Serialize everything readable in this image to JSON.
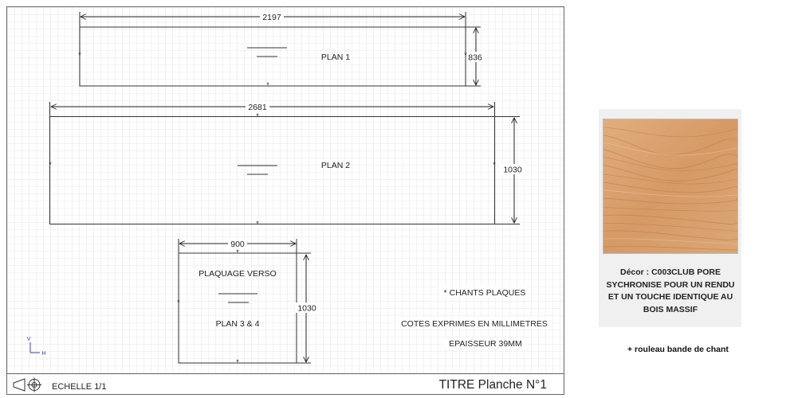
{
  "plans": [
    {
      "name": "PLAN 1",
      "width_dim": "2197",
      "height_dim": "836"
    },
    {
      "name": "PLAN 2",
      "width_dim": "2681",
      "height_dim": "1030"
    },
    {
      "name": "PLAN 3 & 4",
      "title": "PLAQUAGE VERSO",
      "width_dim": "900",
      "height_dim": "1030"
    }
  ],
  "edge_marker": "*",
  "notes": {
    "chants": "* CHANTS PLAQUES",
    "units": "COTES EXPRIMES EN MILLIMETRES",
    "thickness": "EPAISSEUR 39MM"
  },
  "axis": {
    "v": "V",
    "h": "H"
  },
  "title_block": {
    "scale": "ECHELLE 1/1",
    "title": "TITRE Planche N°1"
  },
  "decor": {
    "description": "Décor : C003CLUB PORE SYCHRONISE POUR UN RENDU ET UN TOUCHE IDENTIQUE AU BOIS MASSIF",
    "swatch_icon": "oak-wood-swatch",
    "extra": "+ rouleau bande de chant"
  },
  "colors": {
    "grid": "#d2d2d2",
    "lines": "#333333",
    "background": "#ffffff",
    "axis": "#3a46a8",
    "wood": "#d89a66"
  }
}
